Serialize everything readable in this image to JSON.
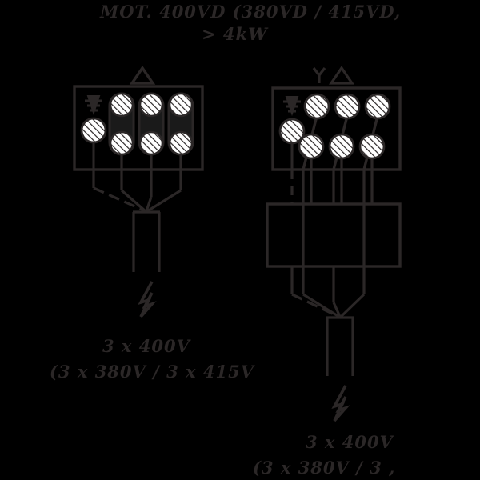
{
  "diagram": {
    "title": {
      "line1": "MOT. 400VD (380VD / 415VD,",
      "line2": "> 4kW"
    },
    "colors": {
      "background": "#000000",
      "stroke": "#2b2727",
      "terminal_fill": "#ffffff",
      "link_bar": "#1a1a1a"
    },
    "left_block": {
      "symbol": "Δ",
      "symbol_name": "delta-symbol",
      "earth_symbol": "protective-earth",
      "terminal_rows": 2,
      "terminal_columns": 3,
      "link_bars": 3,
      "wires_out": 4,
      "cable_label_line1": "3 x 400V",
      "cable_label_line2": "(3 x 380V / 3 x 415V",
      "supply_symbol": "lightning-bolt"
    },
    "right_block": {
      "symbol": "Y Δ",
      "symbol_name": "star-delta-symbol",
      "earth_symbol": "protective-earth",
      "terminal_rows": 2,
      "terminal_columns": 3,
      "link_bars": 0,
      "cross_links": 3,
      "wires_out": 7,
      "starter_box": "star-delta-starter",
      "cable_label_line1": "3 x 400V",
      "cable_label_line2": "(3 x 380V / 3 ,",
      "supply_symbol": "lightning-bolt"
    }
  }
}
